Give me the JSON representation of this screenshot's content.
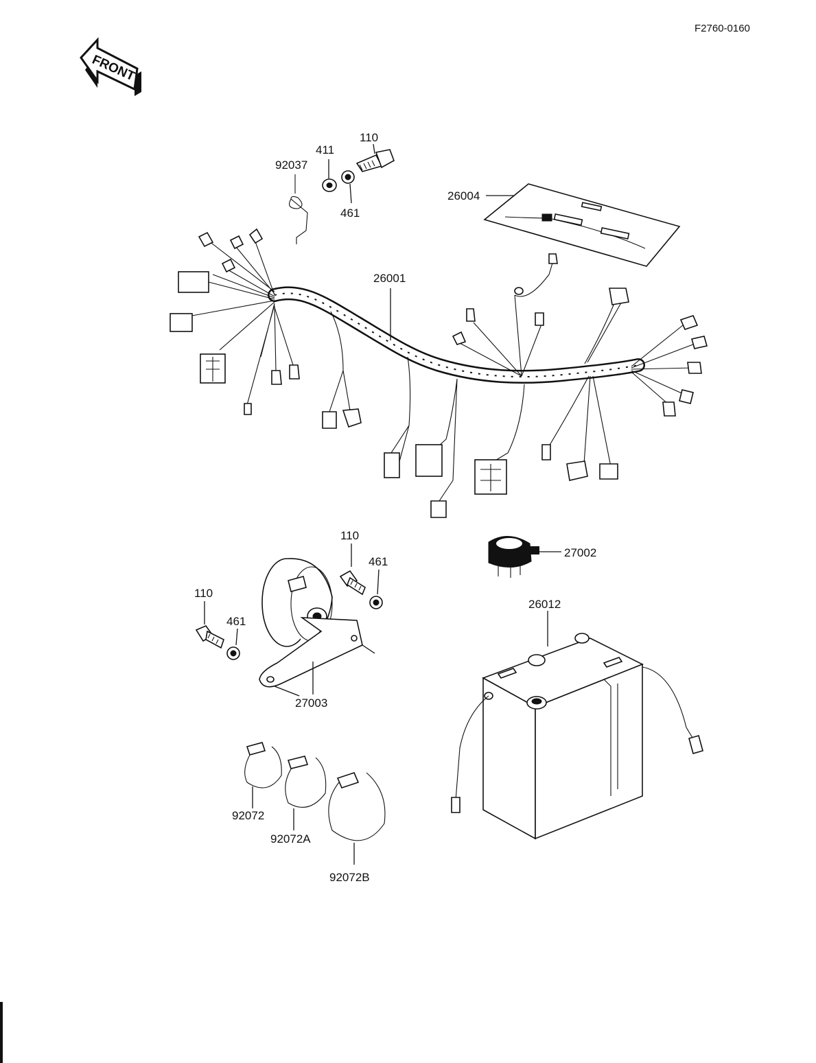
{
  "ref_code": "F2760-0160",
  "front_arrow": {
    "text": "FRONT",
    "icon": "front-arrow-icon"
  },
  "parts": [
    {
      "id": "p92037",
      "label": "92037"
    },
    {
      "id": "p411",
      "label": "411"
    },
    {
      "id": "p110a",
      "label": "110"
    },
    {
      "id": "p461a",
      "label": "461"
    },
    {
      "id": "p26004",
      "label": "26004"
    },
    {
      "id": "p26001",
      "label": "26001"
    },
    {
      "id": "p110b",
      "label": "110"
    },
    {
      "id": "p461b",
      "label": "461"
    },
    {
      "id": "p27002",
      "label": "27002"
    },
    {
      "id": "p110c",
      "label": "110"
    },
    {
      "id": "p461c",
      "label": "461"
    },
    {
      "id": "p26012",
      "label": "26012"
    },
    {
      "id": "p27003",
      "label": "27003"
    },
    {
      "id": "p92072",
      "label": "92072"
    },
    {
      "id": "p92072A",
      "label": "92072A"
    },
    {
      "id": "p92072B",
      "label": "92072B"
    }
  ]
}
